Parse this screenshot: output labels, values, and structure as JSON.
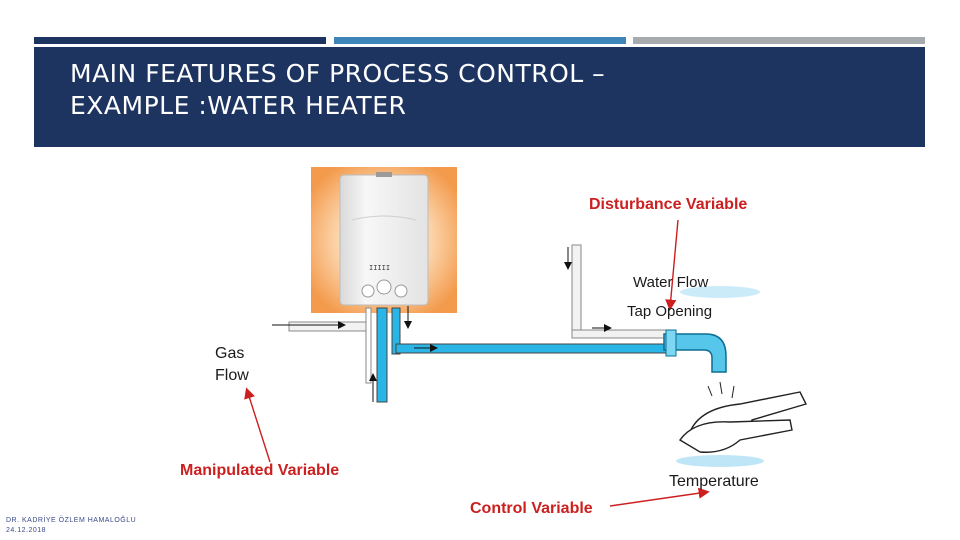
{
  "slide": {
    "title_line1": "MAIN FEATURES OF PROCESS CONTROL –",
    "title_line2": "EXAMPLE :WATER HEATER",
    "top_bar_colors": [
      "#1d3461",
      "#3e86b9",
      "#a8abae"
    ],
    "header_color": "#1d3461"
  },
  "diagram": {
    "labels": {
      "disturbance_variable": "Disturbance Variable",
      "water_flow": "Water Flow",
      "tap_opening": "Tap Opening",
      "gas_flow_line1": "Gas",
      "gas_flow_line2": "Flow",
      "manipulated_variable": "Manipulated Variable",
      "temperature": "Temperature",
      "control_variable": "Control Variable"
    },
    "heater_display": "IIIII",
    "colors": {
      "pipe": "#29b6e6",
      "annotation": "#cc1f1f",
      "heater_glow": "#f7b06a"
    }
  },
  "footer": {
    "author": "DR. KADRİYE ÖZLEM HAMALOĞLU",
    "date": "24.12.2018"
  }
}
